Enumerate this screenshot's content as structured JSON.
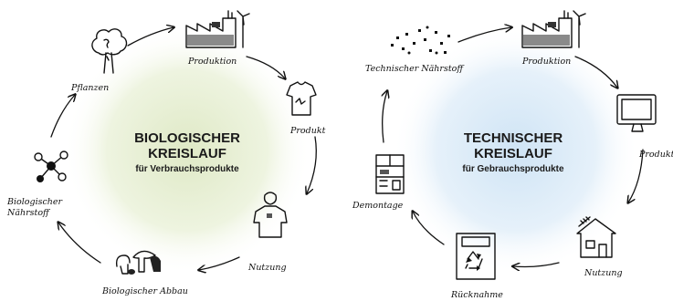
{
  "bio": {
    "title_1": "BIOLOGISCHER",
    "title_2": "KREISLAUF",
    "subtitle": "für Verbrauchsprodukte",
    "labels": {
      "produktion": "Produktion",
      "produkt": "Produkt",
      "nutzung": "Nutzung",
      "abbau": "Biologischer Abbau",
      "naehrstoff_1": "Biologischer",
      "naehrstoff_2": "Nährstoff",
      "pflanzen": "Pflanzen"
    },
    "color": "#e3edcf"
  },
  "tech": {
    "title_1": "TECHNISCHER",
    "title_2": "KREISLAUF",
    "subtitle": "für Gebrauchsprodukte",
    "labels": {
      "produktion": "Produktion",
      "produkt": "Produkt",
      "nutzung": "Nutzung",
      "ruecknahme": "Rücknahme",
      "demontage": "Demontage",
      "naehrstoff": "Technischer Nährstoff"
    },
    "color": "#d6e9f7"
  },
  "icons": [
    "tree-icon",
    "factory-icon",
    "shirt-icon",
    "person-icon",
    "mushroom-icon",
    "molecule-icon",
    "dots-icon",
    "monitor-icon",
    "house-icon",
    "recycle-icon",
    "cabinet-icon"
  ]
}
